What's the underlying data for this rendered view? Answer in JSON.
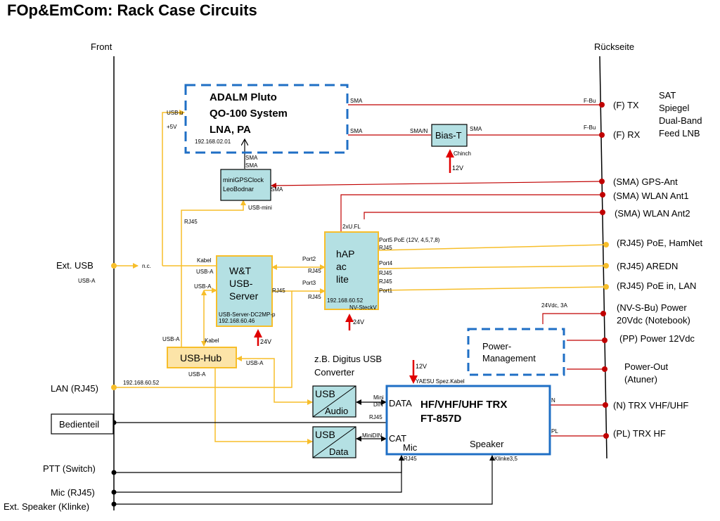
{
  "title": "FOp&EmCom: Rack Case Circuits",
  "colors": {
    "yellow": "#F7BE2A",
    "red": "#C00000",
    "blue_box": "#1F6FC5",
    "cyan_fill": "#B4E0E3",
    "yellow_fill": "#FCE4A8",
    "black": "#000000"
  },
  "labels": {
    "front": "Front",
    "rueckseite": "Rückseite"
  },
  "blocks": {
    "pluto": {
      "line1": "ADALM Pluto",
      "line2": "QO-100 System",
      "line3": "LNA, PA",
      "ip": "192.168.02.01"
    },
    "biast": {
      "label": "Bias-T"
    },
    "gpsclock": {
      "line1": "miniGPSClock",
      "line2": "LeoBodnar"
    },
    "hap": {
      "line1": "hAP",
      "line2": "ac",
      "line3": "lite",
      "ip": "192.168.60.52"
    },
    "wt": {
      "line1": "W&T",
      "line2": "USB-",
      "line3": "Server",
      "model": "USB-Server-DC2MP-p",
      "ip": "192.168.60.46"
    },
    "usbhub": {
      "label": "USB-Hub"
    },
    "power": {
      "line1": "Power-",
      "line2": "Management"
    },
    "trx": {
      "line1": "HF/VHF/UHF TRX",
      "line2": "FT-857D",
      "data": "DATA",
      "cat": "CAT",
      "mic": "Mic",
      "speaker": "Speaker"
    },
    "usbaudio": {
      "top": "USB",
      "bottom": "Audio"
    },
    "usbdata": {
      "top": "USB",
      "bottom": "Data"
    },
    "digitus": {
      "line1": "z.B. Digitus USB",
      "line2": "Converter"
    },
    "bedienteil": {
      "label": "Bedienteil"
    }
  },
  "front_ports": {
    "ext_usb": "Ext. USB",
    "ext_usb_type": "USB-A",
    "nc": "n.c.",
    "lan": "LAN (RJ45)",
    "ptt": "PTT (Switch)",
    "mic": "Mic  (RJ45)",
    "speaker": "Ext. Speaker  (Klinke)"
  },
  "rear_ports": {
    "f_tx": "(F) TX",
    "f_rx": "(F) RX",
    "sat1": "SAT",
    "sat2": "Spiegel",
    "sat3": "Dual-Band",
    "sat4": "Feed LNB",
    "gps": "(SMA) GPS-Ant",
    "wlan1": "(SMA) WLAN Ant1",
    "wlan2": "(SMA) WLAN Ant2",
    "poe_hamnet": "(RJ45)  PoE, HamNet",
    "aredn": "(RJ45)  AREDN",
    "poe_lan": "(RJ45)  PoE in, LAN",
    "nvs1": "(NV-S-Bu)  Power",
    "nvs2": "20Vdc (Notebook)",
    "pp": "(PP) Power  12Vdc",
    "pout1": "Power-Out",
    "pout2": "(Atuner)",
    "n_trx": "(N)  TRX  VHF/UHF",
    "pl_trx": "(PL)  TRX  HF"
  },
  "small_labels": {
    "sma": "SMA",
    "fbu": "F-Bu",
    "sman": "SMA/N",
    "chinch": "Chinch",
    "v12": "12V",
    "v24": "24V",
    "v5": "+5V",
    "usbu": "USB-u",
    "usbmini": "USB-mini",
    "rj45": "RJ45",
    "kabel": "Kabel",
    "usba": "USB-A",
    "port2": "Port2",
    "port3": "Port3",
    "port4": "Port4",
    "port1": "Port1",
    "port5": "Port5 PoE (12V, 4,5,7,8)",
    "uflx": "2xU.FL",
    "nvsteckv": "NV-SteckV",
    "v24dc": "24Vdc, 3A",
    "lanip": "192.168.60.52",
    "yaesu": "YAESU  Spez.Kabel",
    "minidin": "Mini",
    "din": "DIN",
    "minidin2": "MiniDIN",
    "n": "N",
    "pl": "PL",
    "klinke": "Klinke3,5"
  }
}
